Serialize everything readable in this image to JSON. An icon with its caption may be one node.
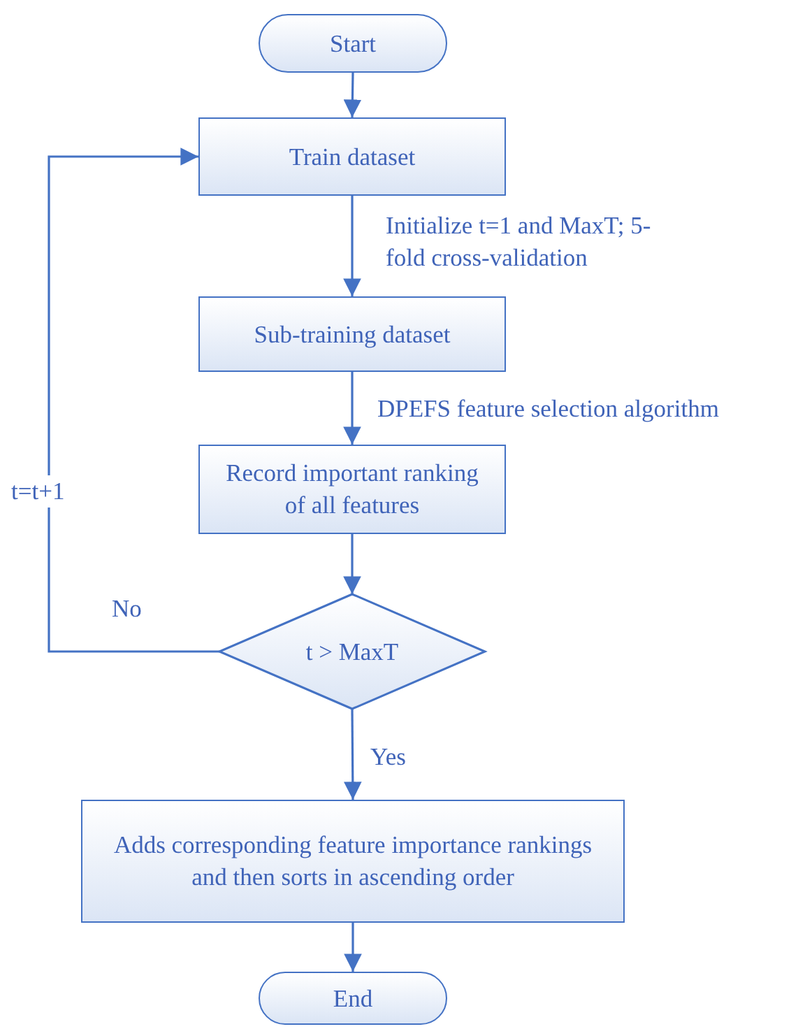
{
  "diagram": {
    "nodes": [
      {
        "text": [
          "Start"
        ]
      },
      {
        "text": [
          "Train dataset"
        ]
      },
      {
        "text": [
          "Sub-training dataset"
        ]
      },
      {
        "text": [
          "Record important ranking of all features"
        ]
      },
      {
        "text": [
          "t > MaxT"
        ]
      },
      {
        "text": [
          "Adds corresponding feature importance rankings and then sorts in ascending order"
        ]
      },
      {
        "text": [
          "End"
        ]
      }
    ],
    "edges": [
      {
        "from": 0,
        "to": 1,
        "arrow": "to"
      },
      {
        "from": 1,
        "to": 2,
        "arrow": "to",
        "label": "Initialize t=1 and MaxT; 5-fold cross-validation"
      },
      {
        "from": 2,
        "to": 3,
        "arrow": "to",
        "label": "DPEFS feature selection algorithm"
      },
      {
        "from": 3,
        "to": 4,
        "arrow": "to"
      },
      {
        "from": 4,
        "to": 1,
        "arrow": "to",
        "label": "No"
      },
      {
        "from": 4,
        "to": 5,
        "arrow": "to",
        "label": "Yes"
      },
      {
        "from": 5,
        "to": 6,
        "arrow": "to"
      }
    ],
    "labels": [
      "t=t+1"
    ]
  }
}
